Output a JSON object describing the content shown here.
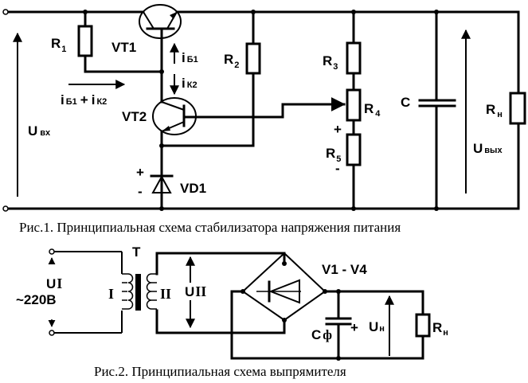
{
  "figure1": {
    "caption": "Рис.1. Принципиальная схема стабилизатора напряжения питания",
    "labels": {
      "R1": {
        "main": "R",
        "sub": "1"
      },
      "R2": {
        "main": "R",
        "sub": "2"
      },
      "R3": {
        "main": "R",
        "sub": "3"
      },
      "R4": {
        "main": "R",
        "sub": "4"
      },
      "R5": {
        "main": "R",
        "sub": "5"
      },
      "Rn": {
        "main": "R",
        "sub": "н"
      },
      "C": "C",
      "VT1": "VT1",
      "VT2": "VT2",
      "VD1": "VD1",
      "Uin": {
        "main": "U",
        "sub": "вх"
      },
      "Uout": {
        "main": "U",
        "sub": "вых"
      },
      "iB1": {
        "main": "i",
        "sub": "Б1"
      },
      "iK2": {
        "main": "i",
        "sub": "К2"
      },
      "sum_current": {
        "main1": "i",
        "sub1": "Б1",
        "plus": "+",
        "main2": "i",
        "sub2": "К2"
      },
      "plus": "+",
      "minus": "-"
    }
  },
  "figure2": {
    "caption": "Рис.2. Принципиальная схема выпрямителя",
    "labels": {
      "T": "T",
      "winding1": "I",
      "winding2": "II",
      "UI": {
        "main": "U",
        "sub": "I"
      },
      "mains": "~220B",
      "UII": {
        "main": "U",
        "sub": "II"
      },
      "bridge": "V1 - V4",
      "Cf": {
        "main": "C",
        "sub": "ф"
      },
      "Un": {
        "main": "U",
        "sub": "н"
      },
      "Rn": {
        "main": "R",
        "sub": "н"
      },
      "plus": "+"
    }
  }
}
